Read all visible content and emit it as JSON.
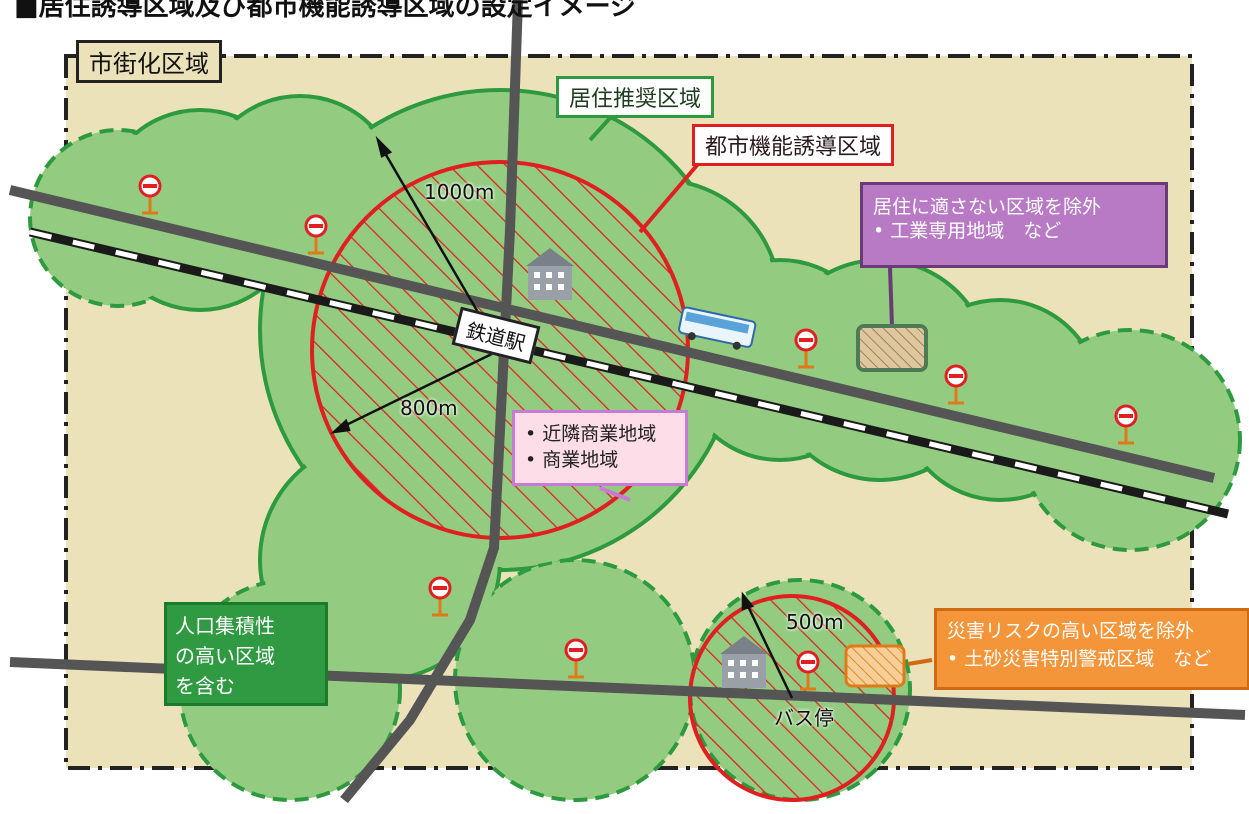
{
  "heading": "■居住誘導区域及び都市機能誘導区域の設定イメージ",
  "labels": {
    "urban_area": "市街化区域",
    "residential_area": "居住推奨区域",
    "urban_function_area": "都市機能誘導区域",
    "exclude_residential_title": "居住に適さない区域を除外",
    "exclude_residential_item": "• 工業専用地域　など",
    "commercial_items": [
      "• 近隣商業地域",
      "• 商業地域"
    ],
    "population_lines": [
      "人口集積性",
      "の高い区域",
      "を含む"
    ],
    "disaster_title": "災害リスクの高い区域を除外",
    "disaster_item": "• 土砂災害特別警戒区域　など",
    "station": "鉄道駅",
    "bus_stop": "バス停",
    "radius_1000": "1000m",
    "radius_800": "800m",
    "radius_500": "500m"
  },
  "colors": {
    "urban_fill": "#ebe2b9",
    "residential_fill": "#93cc80",
    "residential_stroke": "#2e9a40",
    "function_stroke": "#e02020",
    "road": "#555555",
    "exclusion_box": "#b87ac4",
    "commercial_box": "#fcdde8",
    "population_box": "#2f9a42",
    "disaster_box": "#f4953a"
  },
  "icons": [
    "bus-stop-icon",
    "building-icon",
    "bus-icon",
    "railway-icon"
  ]
}
